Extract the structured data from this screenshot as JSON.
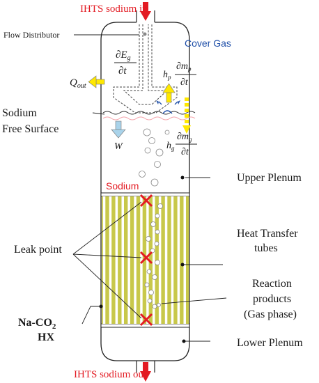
{
  "labels": {
    "inlet": "IHTS sodium in",
    "outlet": "IHTS sodium out",
    "flow_distributor": "Flow Distributor",
    "cover_gas": "Cover Gas",
    "q_out": "Q",
    "q_out_sub": "out",
    "sodium_free_surface_1": "Sodium",
    "sodium_free_surface_2": "Free Surface",
    "w": "W",
    "sodium": "Sodium",
    "upper_plenum": "Upper Plenum",
    "heat_transfer_1": "Heat Transfer",
    "heat_transfer_2": "tubes",
    "leak_point": "Leak point",
    "reaction_1": "Reaction",
    "reaction_2": "products",
    "reaction_3": "(Gas phase)",
    "hx_1": "Na-CO",
    "hx_1_sub": "2",
    "hx_2": "HX",
    "lower_plenum": "Lower Plenum"
  },
  "equations": {
    "eg_num": "∂E",
    "eg_sub": "g",
    "eg_den": "∂t",
    "hp": "h",
    "hp_sub": "p",
    "mp_num": "∂m",
    "mp_sub": "p",
    "mp_den": "∂t",
    "hg": "h",
    "hg_sub": "g",
    "mg_num": "∂m",
    "mg_sub": "g",
    "mg_den": "∂t"
  },
  "colors": {
    "red": "#e31b23",
    "blue": "#1f4fa8",
    "tube_fill": "#c8c84a",
    "yellow_arrow": "#ffe800",
    "light_blue": "#a9d3ea",
    "pink": "#f4a0a8"
  }
}
